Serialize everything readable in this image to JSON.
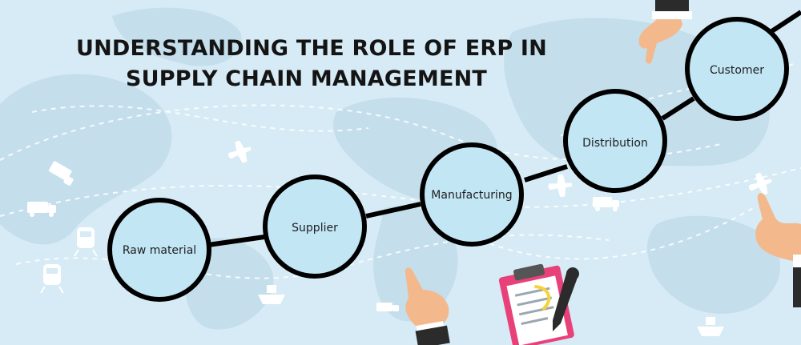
{
  "title": {
    "line1": "UNDERSTANDING THE ROLE OF ERP IN",
    "line2": "SUPPLY CHAIN MANAGEMENT"
  },
  "stages": [
    {
      "label": "Raw material"
    },
    {
      "label": "Supplier"
    },
    {
      "label": "Manufacturing"
    },
    {
      "label": "Distribution"
    },
    {
      "label": "Customer"
    }
  ],
  "colors": {
    "background": "#d6ebf5",
    "map": "#c4deec",
    "node_fill": "#c3e6f5",
    "node_stroke": "#000000",
    "route_dash": "#ffffff",
    "skin": "#f3b98d",
    "sleeve": "#2b2b2b",
    "clipboard": "#e8417a"
  },
  "icons": [
    "airplane-icon",
    "truck-icon",
    "train-icon",
    "ship-icon",
    "pointing-hand-icon",
    "clipboard-icon",
    "pen-icon"
  ]
}
